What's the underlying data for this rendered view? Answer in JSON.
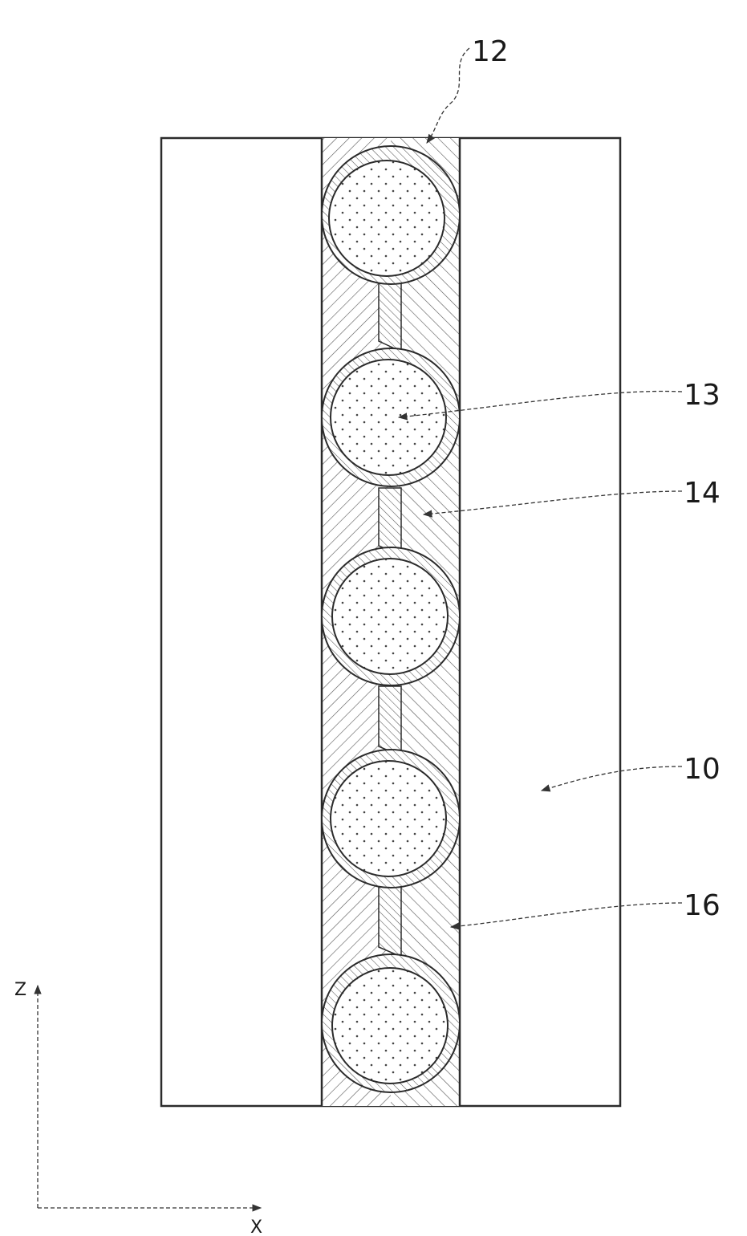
{
  "labels": {
    "ref_12": "12",
    "ref_13": "13",
    "ref_14": "14",
    "ref_10": "10",
    "ref_16": "16"
  },
  "axes": {
    "z_label": "Z",
    "x_label": "X"
  },
  "colors": {
    "line": "#2b2b2b",
    "hatch": "#555555",
    "dots": "#444444",
    "background": "#ffffff"
  }
}
